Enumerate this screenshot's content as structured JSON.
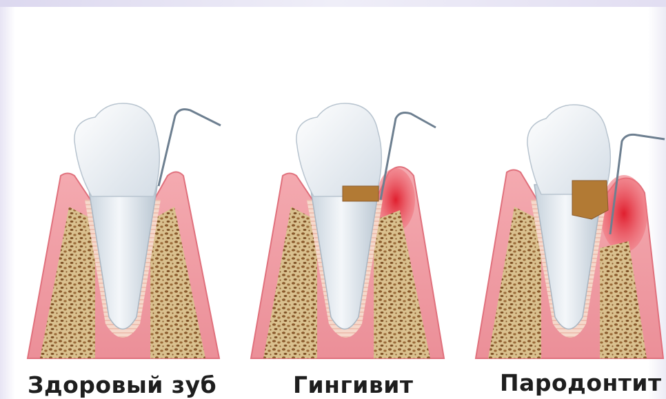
{
  "labels": {
    "healthy": "Здоровый зуб",
    "gingivitis": "Гингивит",
    "periodontitis": "Пародонтит"
  },
  "colors": {
    "gum": "#ef9da5",
    "gum_edge": "#e0707c",
    "inflamed": "#e83542",
    "bone": "#d9c08e",
    "bone_pores": "#8a5a2c",
    "enamel": "#ffffff",
    "root": "#e8eef3",
    "tartar": "#b27a34",
    "probe": "#6d7f90",
    "label": "#1e1e1e"
  }
}
